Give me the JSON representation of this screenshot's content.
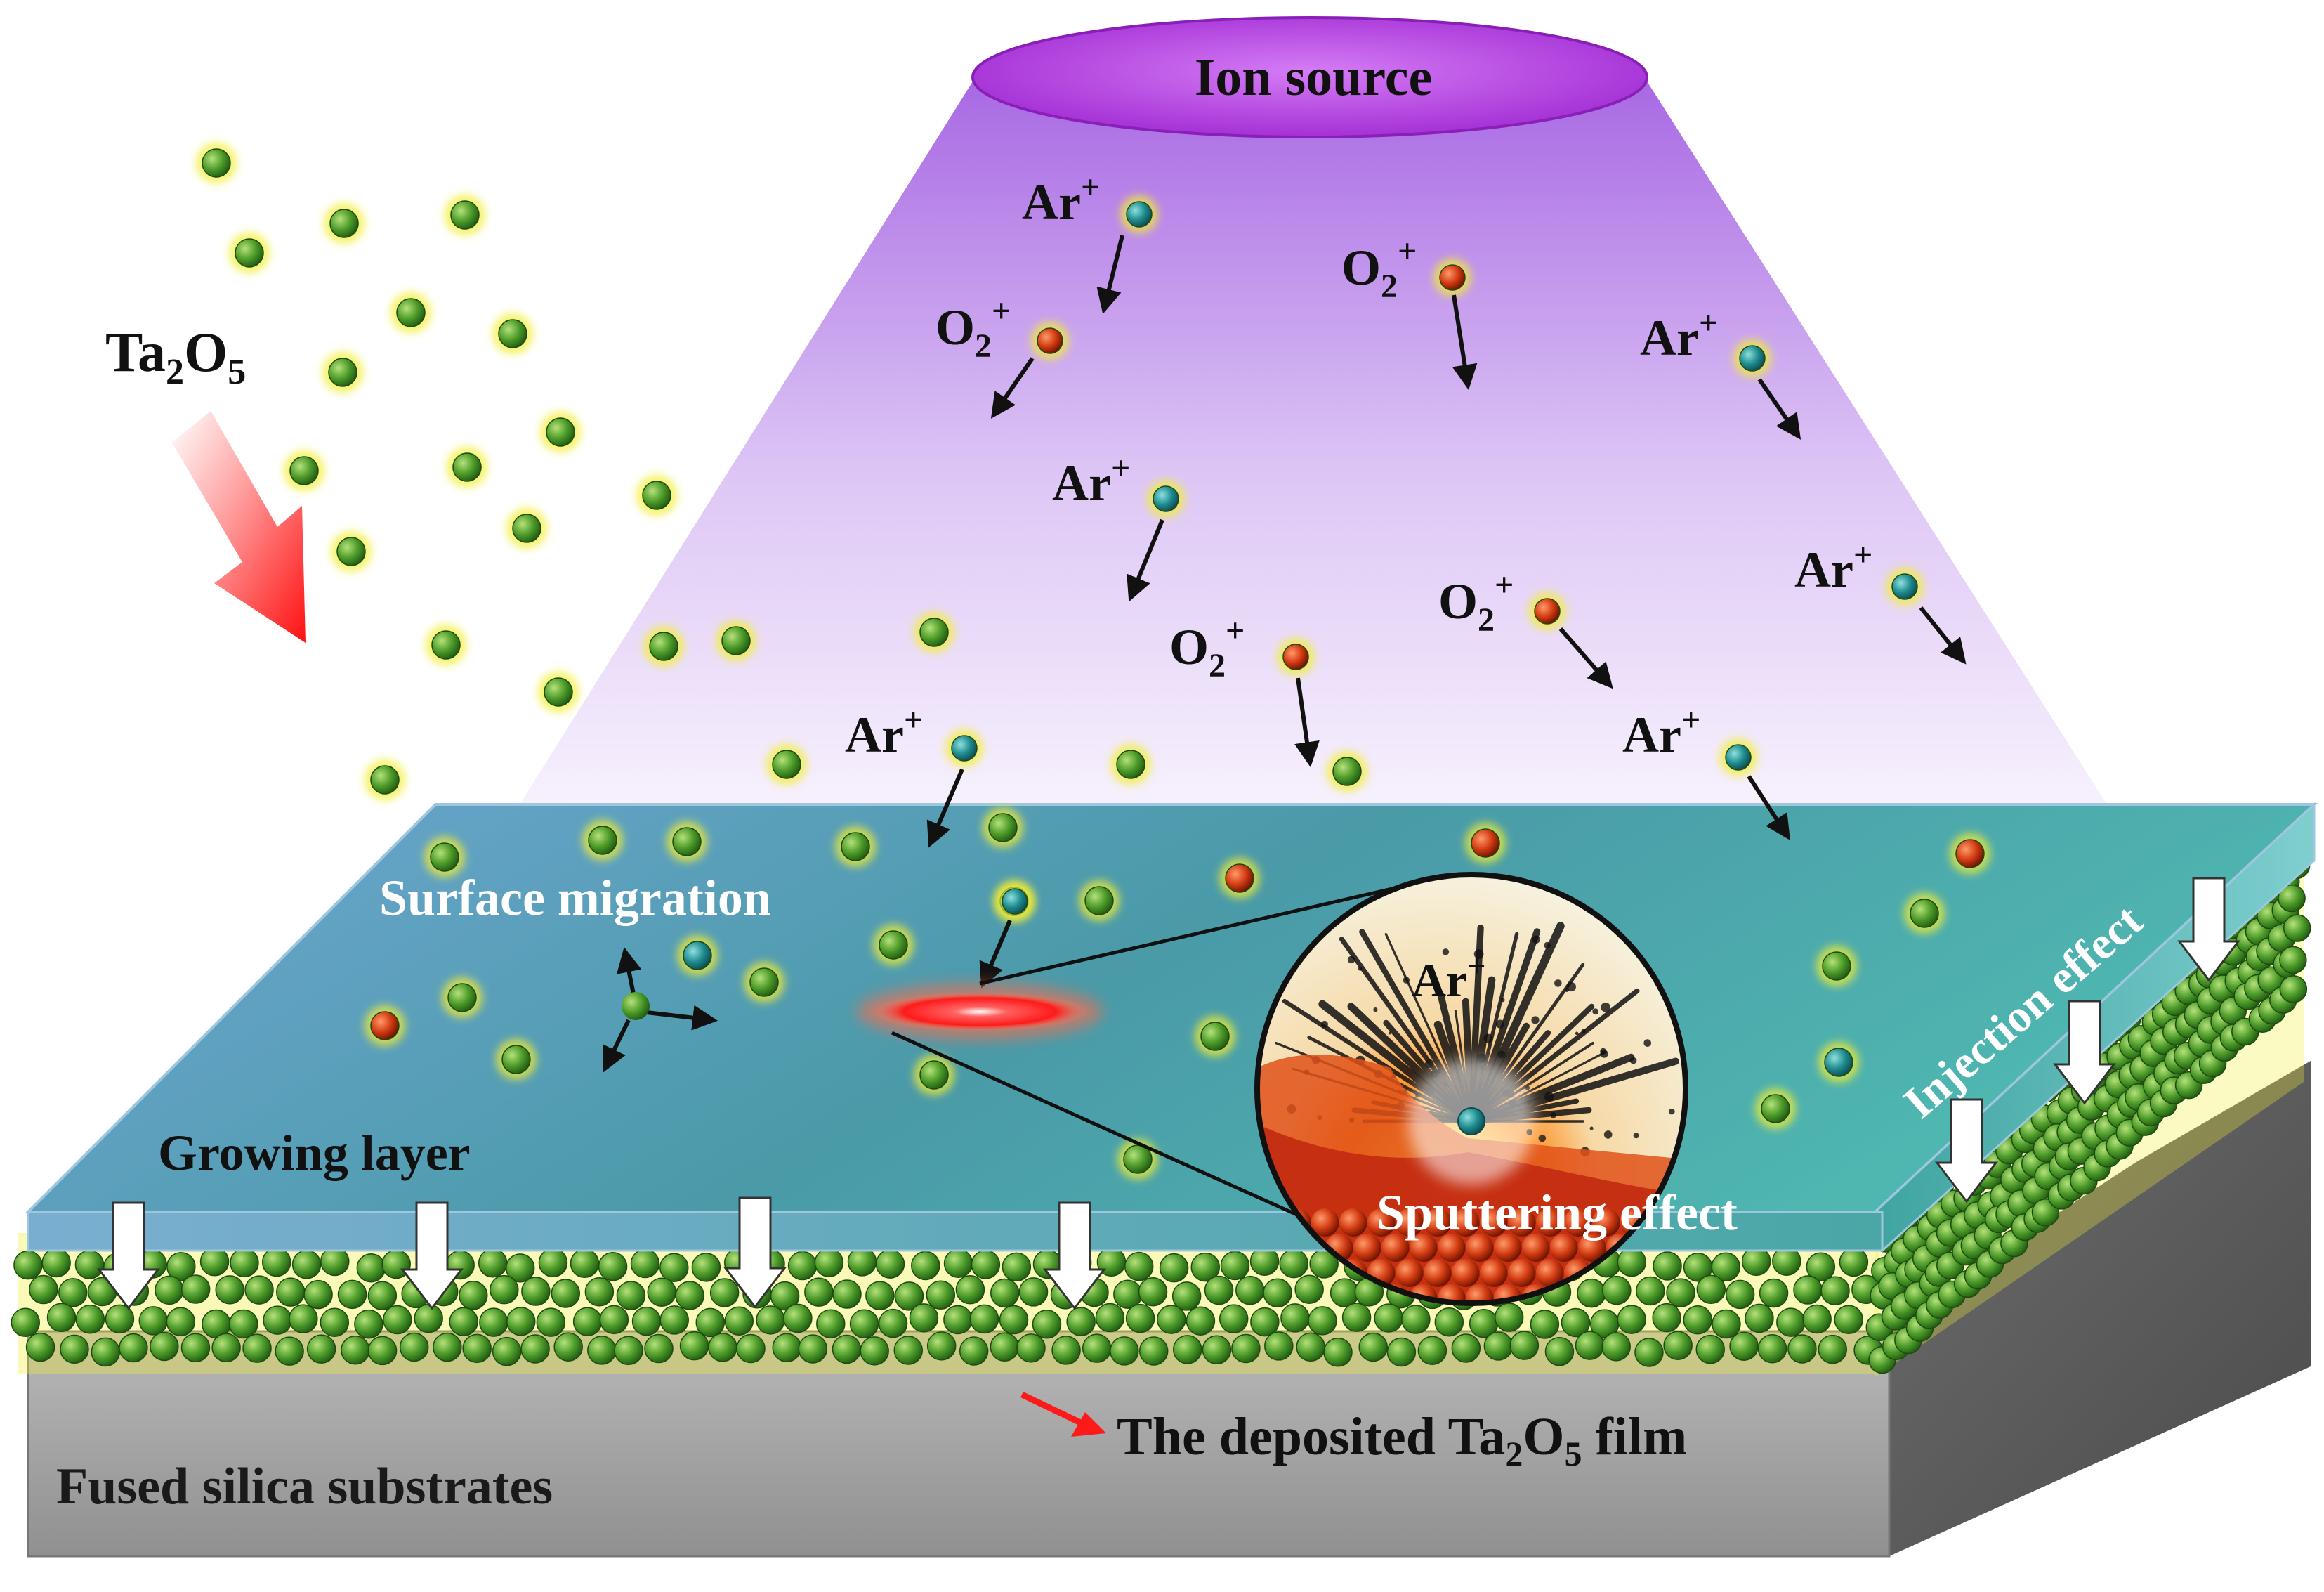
{
  "labels": {
    "ion_source": "Ion source",
    "ta2o5_source": {
      "base": "Ta",
      "sub1": "2",
      "mid": "O",
      "sub2": "5"
    },
    "surface_migration": "Surface migration",
    "growing_layer": "Growing layer",
    "injection_effect": "Injection effect",
    "sputtering_effect": "Sputtering effect",
    "deposited_film": {
      "prefix": "The deposited Ta",
      "sub1": "2",
      "mid": "O",
      "sub2": "5",
      "suffix": " film"
    },
    "substrate": "Fused silica substrates",
    "inset_ion": {
      "base": "Ar",
      "sup": "+"
    }
  },
  "ions": [
    {
      "species": "Ar",
      "charge": "+",
      "kind": "ar"
    },
    {
      "species": "O",
      "sub": "2",
      "charge": "+",
      "kind": "o2"
    },
    {
      "species": "O",
      "sub": "2",
      "charge": "+",
      "kind": "o2"
    },
    {
      "species": "Ar",
      "charge": "+",
      "kind": "ar"
    },
    {
      "species": "Ar",
      "charge": "+",
      "kind": "ar"
    },
    {
      "species": "O",
      "sub": "2",
      "charge": "+",
      "kind": "o2"
    },
    {
      "species": "O",
      "sub": "2",
      "charge": "+",
      "kind": "o2"
    },
    {
      "species": "Ar",
      "charge": "+",
      "kind": "ar"
    },
    {
      "species": "Ar",
      "charge": "+",
      "kind": "ar"
    },
    {
      "species": "Ar",
      "charge": "+",
      "kind": "ar"
    }
  ],
  "colors": {
    "ion_source": "#b23fe0",
    "beam_top": "#a766e3",
    "growing_layer": "#5aa2b8",
    "film_particle": "#4e9c2a",
    "particle_glow": "#f2ef35",
    "ar_ion": "#1f8c8f",
    "o2_ion": "#d23b12",
    "substrate": "#8f8f8f",
    "deposition_arrow": "#ff2020"
  }
}
